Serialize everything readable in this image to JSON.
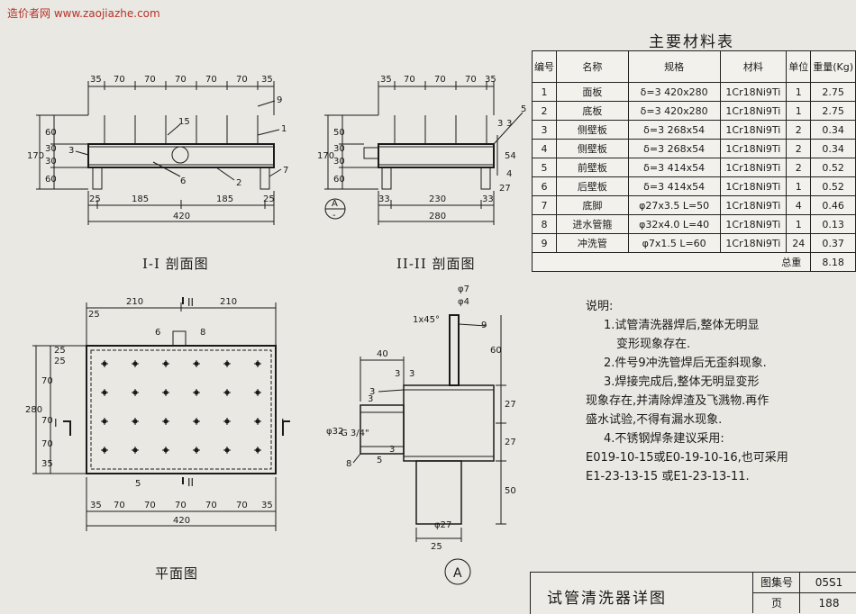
{
  "watermark": "造价者网 www.zaojiazhe.com",
  "section1": {
    "caption": "I-I 剖面图",
    "dims_top": [
      "35",
      "70",
      "70",
      "70",
      "70",
      "70",
      "35"
    ],
    "dims_bottom1": [
      "25",
      "185",
      "185",
      "25"
    ],
    "dim_total": "420",
    "dims_left": [
      "170",
      "60",
      "30",
      "30",
      "60"
    ],
    "callouts": [
      "9",
      "1",
      "15",
      "3",
      "6",
      "2",
      "7"
    ]
  },
  "section2": {
    "caption": "II-II 剖面图",
    "dims_top": [
      "35",
      "70",
      "70",
      "70",
      "35"
    ],
    "dims_bottom1": [
      "33",
      "230",
      "33"
    ],
    "dim_total": "280",
    "dims_left": [
      "170",
      "50",
      "30",
      "30",
      "60"
    ],
    "callouts": [
      "5",
      "3",
      "3",
      "54",
      "4",
      "27"
    ],
    "detail_ref": "A",
    "detail_sub": "-"
  },
  "plan": {
    "caption": "平面图",
    "dims_top": [
      "210",
      "210",
      "25"
    ],
    "dims_bottom": [
      "35",
      "70",
      "70",
      "70",
      "70",
      "70",
      "35"
    ],
    "dim_total": "420",
    "dims_left": [
      "25",
      "25",
      "70",
      "280",
      "70",
      "70",
      "35"
    ],
    "section_mark_top": "II",
    "section_mark_side": "I",
    "callouts": [
      "6",
      "8",
      "5"
    ]
  },
  "detailA": {
    "label": "A",
    "chamfer": "1x45°",
    "dims": [
      "40",
      "3",
      "3",
      "3",
      "27",
      "27",
      "50",
      "60",
      "25"
    ],
    "diameters": [
      "φ7",
      "φ4",
      "φ32",
      "G 3/4\"",
      "φ27"
    ],
    "callouts": [
      "9",
      "3",
      "8",
      "5",
      "3"
    ]
  },
  "materials": {
    "title": "主要材料表",
    "headers": [
      "编号",
      "名称",
      "规格",
      "材料",
      "单位",
      "重量(Kg)"
    ],
    "rows": [
      [
        "1",
        "面板",
        "δ=3  420x280",
        "1Cr18Ni9Ti",
        "1",
        "2.75"
      ],
      [
        "2",
        "底板",
        "δ=3  420x280",
        "1Cr18Ni9Ti",
        "1",
        "2.75"
      ],
      [
        "3",
        "侧壁板",
        "δ=3  268x54",
        "1Cr18Ni9Ti",
        "2",
        "0.34"
      ],
      [
        "4",
        "侧壁板",
        "δ=3  268x54",
        "1Cr18Ni9Ti",
        "2",
        "0.34"
      ],
      [
        "5",
        "前壁板",
        "δ=3  414x54",
        "1Cr18Ni9Ti",
        "2",
        "0.52"
      ],
      [
        "6",
        "后壁板",
        "δ=3  414x54",
        "1Cr18Ni9Ti",
        "1",
        "0.52"
      ],
      [
        "7",
        "底脚",
        "φ27x3.5  L=50",
        "1Cr18Ni9Ti",
        "4",
        "0.46"
      ],
      [
        "8",
        "进水管箍",
        "φ32x4.0  L=40",
        "1Cr18Ni9Ti",
        "1",
        "0.13"
      ],
      [
        "9",
        "冲洗管",
        "φ7x1.5  L=60",
        "1Cr18Ni9Ti",
        "24",
        "0.37"
      ]
    ],
    "total_label": "总重",
    "total_value": "8.18"
  },
  "notes": {
    "heading": "说明:",
    "lines": [
      "1.试管清洗器焊后,整体无明显",
      "变形现象存在.",
      "2.件号9冲洗管焊后无歪斜现象.",
      "3.焊接完成后,整体无明显变形",
      "现象存在,并清除焊渣及飞溅物.再作",
      "盛水试验,不得有漏水现象.",
      "4.不锈钢焊条建议采用:",
      "E019-10-15或E0-19-10-16,也可采用",
      "E1-23-13-15 或E1-23-13-11."
    ]
  },
  "titleblock": {
    "title": "试管清洗器详图",
    "atlas_label": "图集号",
    "atlas_value": "05S1",
    "page_label": "页",
    "page_value": "188"
  }
}
